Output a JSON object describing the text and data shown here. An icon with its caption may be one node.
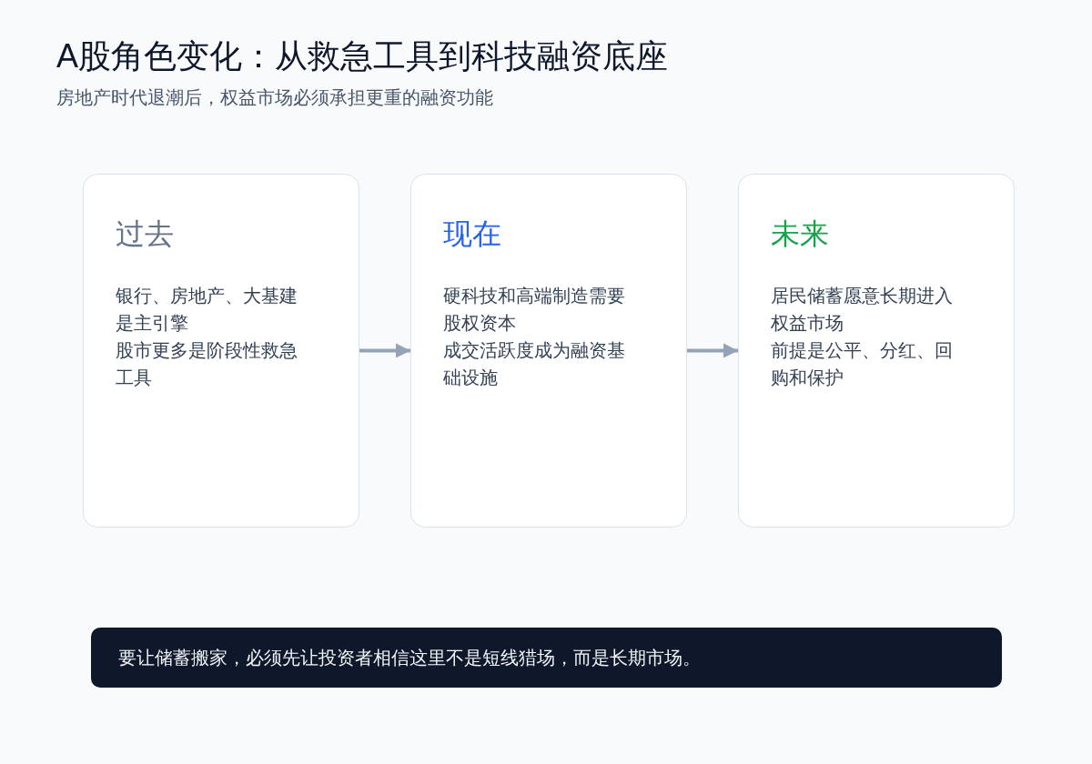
{
  "diagram": {
    "title": "A股角色变化：从救急工具到科技融资底座",
    "caption": "房地产时代退潮后，权益市场必须承担更重的融资功能",
    "nodes": [
      {
        "text": [
          "过去",
          "银行、房地产、大基建是主引擎",
          "股市更多是阶段性救急工具"
        ]
      },
      {
        "text": [
          "现在",
          "硬科技和高端制造需要股权资本",
          "成交活跃度成为融资基础设施"
        ]
      },
      {
        "text": [
          "未来",
          "居民储蓄愿意长期进入权益市场",
          "前提是公平、分红、回购和保护"
        ]
      },
      {
        "text": [
          "要让储蓄搬家，必须先让投资者相信这里不是短线猎场，而是长期市场。"
        ]
      }
    ],
    "edges": [
      {
        "from": 0,
        "to": 1,
        "arrow": "to"
      },
      {
        "from": 1,
        "to": 2,
        "arrow": "to"
      }
    ]
  }
}
